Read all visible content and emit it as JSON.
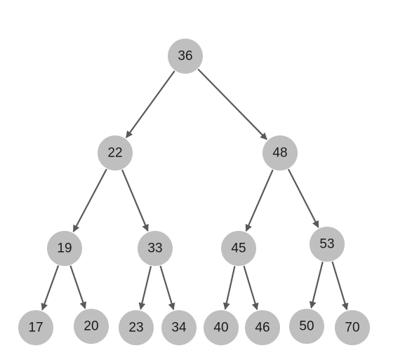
{
  "tree": {
    "nodes": [
      {
        "id": "n36",
        "label": "36"
      },
      {
        "id": "n22",
        "label": "22"
      },
      {
        "id": "n48",
        "label": "48"
      },
      {
        "id": "n19",
        "label": "19"
      },
      {
        "id": "n33",
        "label": "33"
      },
      {
        "id": "n45",
        "label": "45"
      },
      {
        "id": "n53",
        "label": "53"
      },
      {
        "id": "n17",
        "label": "17"
      },
      {
        "id": "n20",
        "label": "20"
      },
      {
        "id": "n23",
        "label": "23"
      },
      {
        "id": "n34",
        "label": "34"
      },
      {
        "id": "n40",
        "label": "40"
      },
      {
        "id": "n46",
        "label": "46"
      },
      {
        "id": "n50",
        "label": "50"
      },
      {
        "id": "n70",
        "label": "70"
      }
    ],
    "edges": [
      {
        "from": "n36",
        "to": "n22"
      },
      {
        "from": "n36",
        "to": "n48"
      },
      {
        "from": "n22",
        "to": "n19"
      },
      {
        "from": "n22",
        "to": "n33"
      },
      {
        "from": "n48",
        "to": "n45"
      },
      {
        "from": "n48",
        "to": "n53"
      },
      {
        "from": "n19",
        "to": "n17"
      },
      {
        "from": "n19",
        "to": "n20"
      },
      {
        "from": "n33",
        "to": "n23"
      },
      {
        "from": "n33",
        "to": "n34"
      },
      {
        "from": "n45",
        "to": "n40"
      },
      {
        "from": "n45",
        "to": "n46"
      },
      {
        "from": "n53",
        "to": "n50"
      },
      {
        "from": "n53",
        "to": "n70"
      }
    ],
    "colors": {
      "node_fill": "#bfbfbf",
      "edge": "#595959",
      "text": "#1a1a1a"
    }
  }
}
